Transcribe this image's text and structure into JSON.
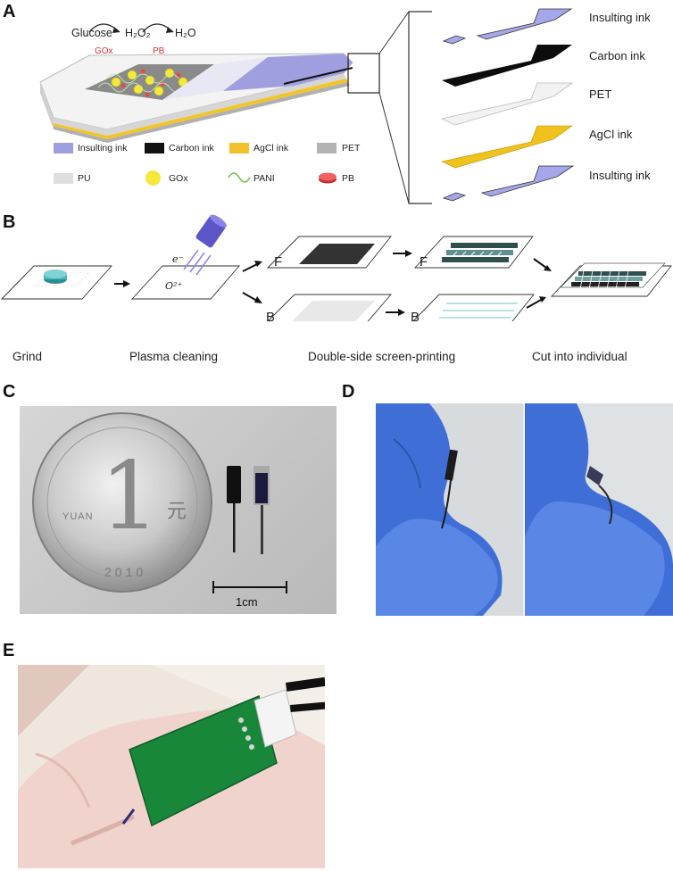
{
  "panels": {
    "a": "A",
    "b": "B",
    "c": "C",
    "d": "D",
    "e": "E"
  },
  "panel_a": {
    "reaction": {
      "glucose": "Glucose",
      "h2o2": "H₂O₂",
      "h2o": "H₂O",
      "enzyme1": "GOx",
      "enzyme2": "PB"
    },
    "legend": [
      {
        "label": "Insulting ink",
        "color": "#9f9fe0"
      },
      {
        "label": "Carbon ink",
        "color": "#111111"
      },
      {
        "label": "AgCl ink",
        "color": "#f2c02a"
      },
      {
        "label": "PET",
        "color": "#b3b3b3"
      },
      {
        "label": "PU",
        "color": "#dedede"
      },
      {
        "label": "GOx",
        "color": "#f4e83a"
      },
      {
        "label": "PANI",
        "color": "#6fbf4a"
      },
      {
        "label": "PB",
        "color": "#e64848"
      }
    ],
    "layers": [
      {
        "label": "Insulting ink",
        "color": "#a6a6ea"
      },
      {
        "label": "Carbon ink",
        "color": "#0d0d0d"
      },
      {
        "label": "PET",
        "color": "#f0f0f0"
      },
      {
        "label": "AgCl ink",
        "color": "#f0c21e"
      },
      {
        "label": "Insulting ink",
        "color": "#a6a6ea"
      }
    ]
  },
  "panel_b": {
    "steps": [
      "Grind",
      "Plasma cleaning",
      "Double-side screen-printing",
      "Cut into individual"
    ],
    "electron": "e⁻",
    "oxygen": "O²⁺",
    "front": "F",
    "back": "B"
  },
  "panel_c": {
    "coin_year": "2010",
    "coin_text": "YUAN",
    "coin_value": "1",
    "coin_char": "元",
    "scale": "1cm"
  }
}
